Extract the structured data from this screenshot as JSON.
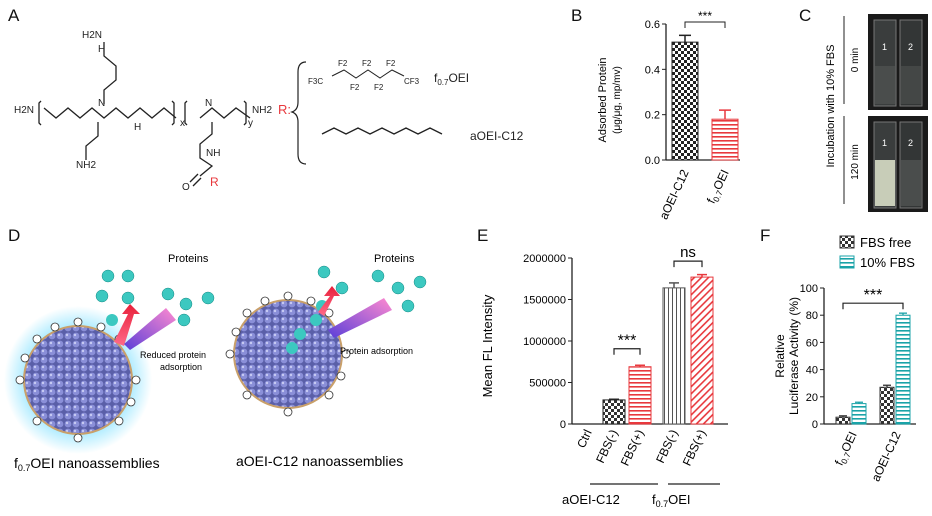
{
  "panels": {
    "A": {
      "label": "A",
      "r_label": "R:",
      "fluoro_name": "f0.7OEI",
      "fluoro_name_parts": [
        "f",
        "0.7",
        "OEI"
      ],
      "alkyl_name": "aOEI-C12",
      "atoms": {
        "h2n": "H2N",
        "nh2": "NH2",
        "n": "N",
        "h": "H",
        "nh": "NH",
        "o": "O",
        "r": "R",
        "x": "x",
        "y": "y",
        "f2": "F2",
        "f3c": "F3C",
        "cf3": "CF3"
      }
    },
    "B": {
      "label": "B",
      "ylabel_line1": "Adsorbed Protein",
      "ylabel_line2": "(μg/μg, mp/mv)",
      "significance": "***"
    },
    "C": {
      "label": "C",
      "title": "Incubation with 10% FBS",
      "time_top": "0 min",
      "time_bottom": "120 min",
      "cuvette_left": "1",
      "cuvette_right": "2"
    },
    "D": {
      "label": "D",
      "proteins_left": "Proteins",
      "proteins_right": "Proteins",
      "reduced_line1": "Reduced protein",
      "reduced_line2": "adsorption",
      "adsorption": "Protein adsorption",
      "caption_left": "f0.7OEI nanoassemblies",
      "caption_left_parts": [
        "f",
        "0.7",
        "OEI nanoassemblies"
      ],
      "caption_right": "aOEI-C12 nanoassemblies"
    },
    "E": {
      "label": "E",
      "ylabel": "Mean FL Intensity",
      "sig_ns": "ns",
      "sig_stars": "***",
      "group_left": "aOEI-C12",
      "group_right": "f0.7OEI",
      "group_right_parts": [
        "f",
        "0.7",
        "OEI"
      ]
    },
    "F": {
      "label": "F",
      "ylabel_line1": "Relative",
      "ylabel_line2": "Luciferase Activity (%)",
      "significance": "***"
    }
  },
  "chart_data": [
    {
      "panel": "B",
      "type": "bar",
      "categories": [
        "aOEI-C12",
        "f0.7OEI"
      ],
      "values": [
        0.52,
        0.18
      ],
      "errors": [
        0.03,
        0.04
      ],
      "ylim": [
        0,
        0.6
      ],
      "yticks": [
        "0.0",
        "0.2",
        "0.4",
        "0.6"
      ],
      "colors": [
        "#222222",
        "#e8383d"
      ],
      "patterns": [
        "checker",
        "hlines"
      ]
    },
    {
      "panel": "E",
      "type": "bar",
      "categories": [
        "Ctrl",
        "FBS(-)",
        "FBS(+)",
        "FBS(-)",
        "FBS(+)"
      ],
      "values": [
        0,
        290000,
        690000,
        1640000,
        1770000
      ],
      "errors": [
        0,
        8000,
        18000,
        60000,
        30000
      ],
      "ylim": [
        0,
        2000000
      ],
      "yticks": [
        "0",
        "500000",
        "1000000",
        "1500000",
        "2000000"
      ],
      "colors": [
        "#222222",
        "#222222",
        "#e8383d",
        "#555555",
        "#e8383d"
      ],
      "patterns": [
        "none",
        "checker",
        "hlines",
        "vlines",
        "diag"
      ]
    },
    {
      "panel": "F",
      "type": "bar",
      "categories": [
        "f0.7OEI",
        "aOEI-C12"
      ],
      "series": [
        {
          "name": "FBS free",
          "values": [
            5,
            27
          ],
          "errors": [
            1,
            1.5
          ],
          "color": "#333333",
          "pattern": "checker"
        },
        {
          "name": "10% FBS",
          "values": [
            15,
            80
          ],
          "errors": [
            1,
            1.5
          ],
          "color": "#1aa3a8",
          "pattern": "hlines"
        }
      ],
      "ylim": [
        0,
        100
      ],
      "yticks": [
        "0",
        "20",
        "40",
        "60",
        "80",
        "100"
      ],
      "legend_position": "top-right"
    }
  ]
}
